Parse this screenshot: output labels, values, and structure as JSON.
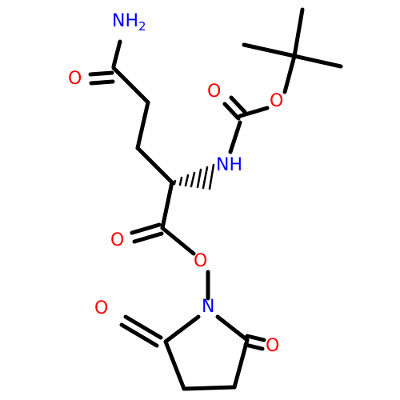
{
  "molecule": {
    "atoms": {
      "amide_N": {
        "symbol": "NH",
        "subscript": "2",
        "color": "#0000ff"
      },
      "amide_O": {
        "symbol": "O",
        "color": "#ff0000"
      },
      "boc_carbonyl_O": {
        "symbol": "O",
        "color": "#ff0000"
      },
      "boc_ether_O": {
        "symbol": "O",
        "color": "#ff0000"
      },
      "boc_NH": {
        "symbol": "NH",
        "color": "#0000ff"
      },
      "ester_carbonyl_O": {
        "symbol": "O",
        "color": "#ff0000"
      },
      "ester_O": {
        "symbol": "O",
        "color": "#ff0000"
      },
      "succinimide_N": {
        "symbol": "N",
        "color": "#0000ff"
      },
      "imide_O_left": {
        "symbol": "O",
        "color": "#ff0000"
      },
      "imide_O_right": {
        "symbol": "O",
        "color": "#ff0000"
      }
    },
    "colors": {
      "bond": "#000000",
      "oxygen": "#ff0000",
      "nitrogen": "#0000ff"
    }
  }
}
